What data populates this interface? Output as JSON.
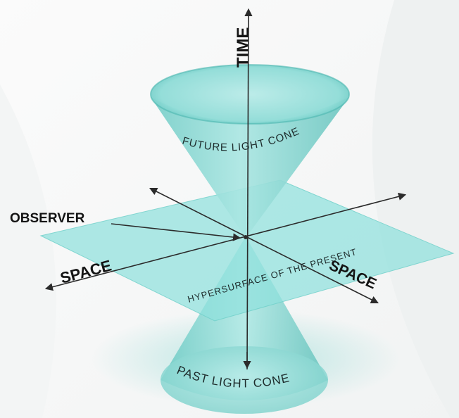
{
  "diagram": {
    "labels": {
      "time": "TIME",
      "observer": "OBSERVER",
      "space_left": "SPACE",
      "space_right": "SPACE",
      "future_cone": "FUTURE LIGHT CONE",
      "past_cone": "PAST LIGHT CONE",
      "hypersurface": "HYPERSURFACE OF THE PRESENT"
    },
    "colors": {
      "cone_fill": "#7fd6d0",
      "cone_rim": "#5fc5bf",
      "plane_fill": "#8fe0dc",
      "arrow": "#2b2b2b",
      "background": "#ffffff"
    }
  }
}
